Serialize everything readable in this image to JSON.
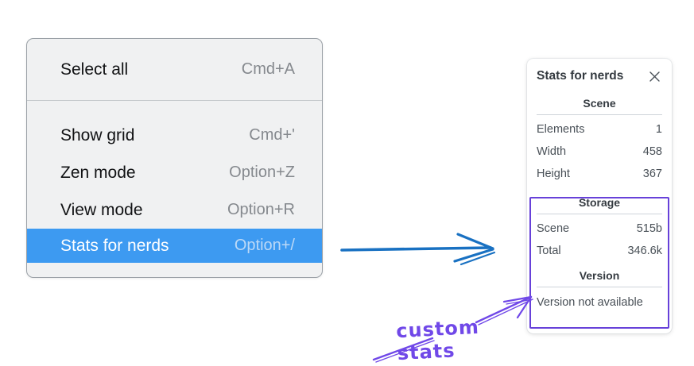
{
  "menu": {
    "sections": [
      {
        "items": [
          {
            "label": "Select all",
            "shortcut": "Cmd+A"
          }
        ]
      },
      {
        "items": [
          {
            "label": "Show grid",
            "shortcut": "Cmd+'"
          },
          {
            "label": "Zen mode",
            "shortcut": "Option+Z"
          },
          {
            "label": "View mode",
            "shortcut": "Option+R"
          },
          {
            "label": "Stats for nerds",
            "shortcut": "Option+/",
            "highlighted": true
          }
        ]
      }
    ]
  },
  "stats_panel": {
    "title": "Stats for nerds",
    "sections": [
      {
        "header": "Scene",
        "rows": [
          {
            "label": "Elements",
            "value": "1"
          },
          {
            "label": "Width",
            "value": "458"
          },
          {
            "label": "Height",
            "value": "367"
          }
        ]
      },
      {
        "header": "Storage",
        "rows": [
          {
            "label": "Scene",
            "value": "515b"
          },
          {
            "label": "Total",
            "value": "346.6k"
          }
        ]
      },
      {
        "header": "Version",
        "note": "Version not available"
      }
    ]
  },
  "annotation": {
    "label": "custom stats"
  },
  "colors": {
    "menu_background": "#f0f1f2",
    "menu_highlight": "#3d9af1",
    "flow_arrow_blue": "#1971c2",
    "annotation_purple": "#7048e8",
    "annotation_box_purple": "#6741d9"
  }
}
